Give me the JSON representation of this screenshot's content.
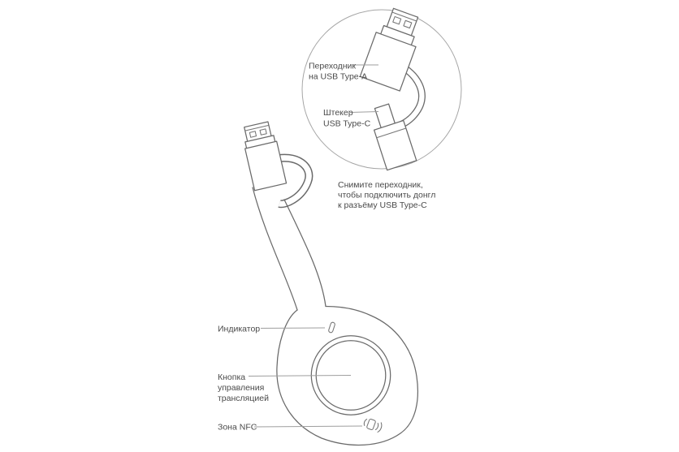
{
  "title": "Dongle connection diagram",
  "colors": {
    "background": "#ffffff",
    "device_outline": "#6a6a6a",
    "callout_circle": "#a6a6a6",
    "leader_line": "#9e9e9e",
    "label_text": "#4a4a4a"
  },
  "callout": {
    "adapter_label": {
      "line1": "Переходник",
      "line2": "на USB Type-A"
    },
    "plug_label": {
      "line1": "Штекер",
      "line2": "USB Type-C"
    }
  },
  "note": {
    "line1": "Снимите переходник,",
    "line2": "чтобы подключить донгл",
    "line3": "к разъёму USB Type-C"
  },
  "device_labels": {
    "indicator": "Индикатор",
    "button": {
      "line1": "Кнопка",
      "line2": "управления",
      "line3": "трансляцией"
    },
    "nfc": "Зона NFC"
  },
  "icons": {
    "nfc": "nfc-contactless-icon",
    "indicator": "led-indicator-slot",
    "usb_a": "usb-type-a-connector",
    "usb_c": "usb-type-c-plug"
  }
}
